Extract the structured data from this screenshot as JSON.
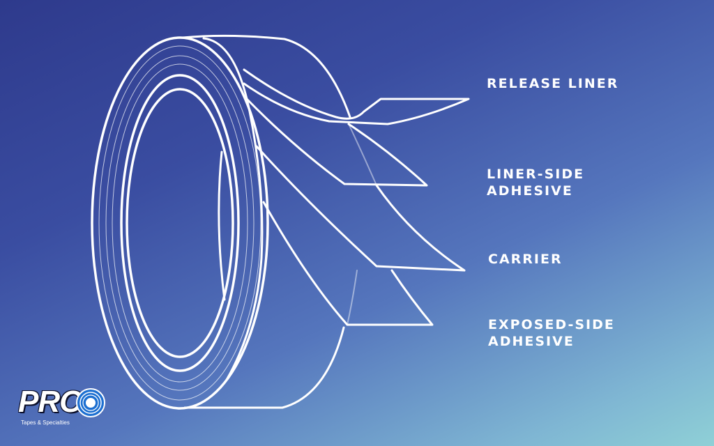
{
  "labels": {
    "release_liner": "RELEASE LINER",
    "liner_side_line1": "LINER-SIDE",
    "liner_side_line2": "ADHESIVE",
    "carrier": "CARRIER",
    "exposed_side_line1": "EXPOSED-SIDE",
    "exposed_side_line2": "ADHESIVE"
  },
  "logo": {
    "wordmark": "PRO",
    "tagline": "Tapes & Specialties"
  },
  "colors": {
    "line": "#ffffff",
    "bg_start": "#2e3a8c",
    "bg_end": "#8fd0d6",
    "logo_blue": "#1c6fd1"
  }
}
